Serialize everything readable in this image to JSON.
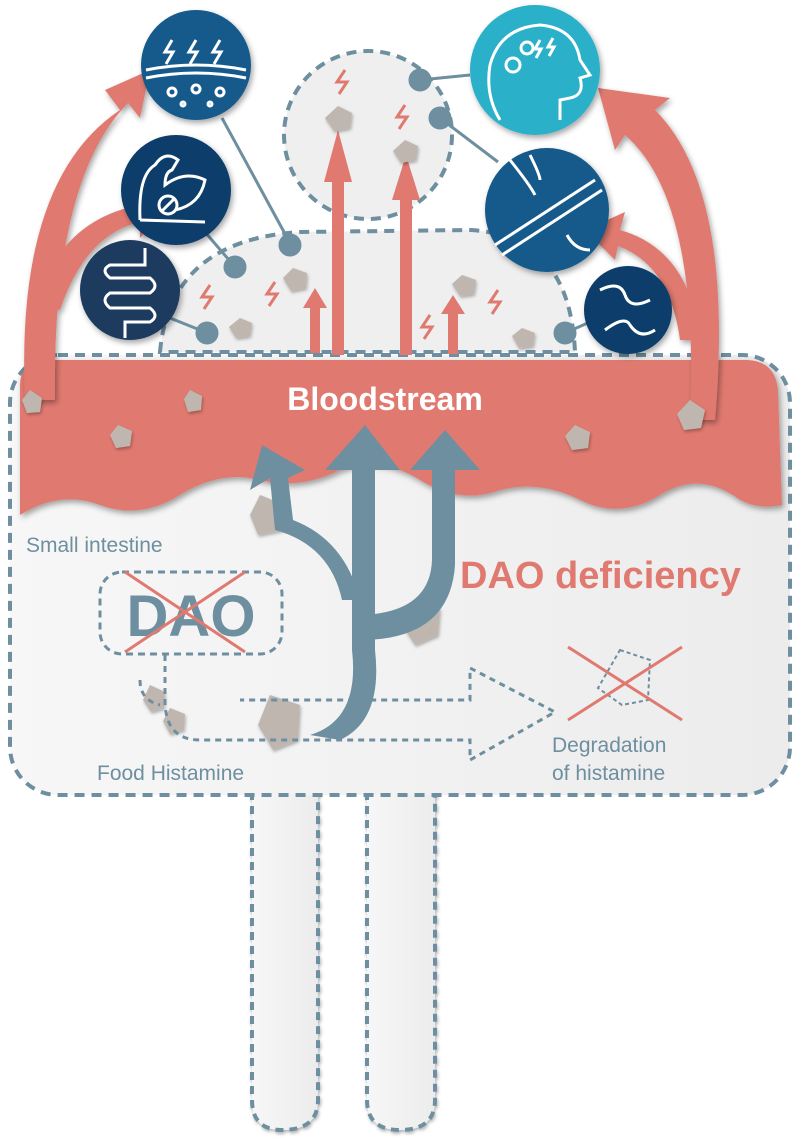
{
  "title": "DAO deficiency",
  "labels": {
    "bloodstream": "Bloodstream",
    "small_intestine": "Small intestine",
    "dao": "DAO",
    "food_histamine": "Food Histamine",
    "degradation_line1": "Degradation",
    "degradation_line2": "of histamine"
  },
  "icons": [
    {
      "name": "skin-icon"
    },
    {
      "name": "muscle-icon"
    },
    {
      "name": "intestine-icon"
    },
    {
      "name": "brain-head-icon"
    },
    {
      "name": "blood-vessel-icon"
    },
    {
      "name": "joint-icon"
    }
  ],
  "colors": {
    "salmon": "#e07a70",
    "slate": "#6e8fa0",
    "dark_blue": "#0d3d6b",
    "mid_blue": "#135a8c",
    "teal": "#2bb0c8",
    "histamine_grey": "#c0b6b0",
    "panel": "#f2f2f2"
  }
}
